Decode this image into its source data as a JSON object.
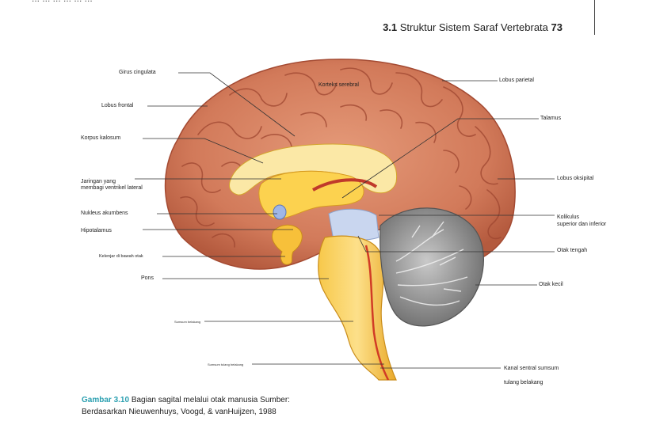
{
  "header": {
    "top_cut_text": "... ... ... ... ... ...",
    "section": "3.1",
    "title": "Struktur Sistem Saraf Vertebrata",
    "page": "73"
  },
  "labels": {
    "girus": "Girus cingulata",
    "korteks": "Korteks serebral",
    "lobus_parietal": "Lobus parietal",
    "lobus_frontal": "Lobus frontal",
    "talamus": "Talamus",
    "korpus": "Korpus kalosum",
    "jaringan_1": "Jaringan yang",
    "jaringan_2": "membagi ventrikel lateral",
    "lobus_oksipital": "Lobus oksipital",
    "nukleus": "Nukleus akumbens",
    "kolikulus_1": "Kolikulus",
    "kolikulus_2": "superior dan inferior",
    "hipotalamus": "Hipotalamus",
    "kelenjar": "Kelenjar di bawah otak",
    "otak_tengah": "Otak tengah",
    "pons": "Pons",
    "otak_kecil": "Otak kecil",
    "sumsum_belakang": "Sumsum belakang",
    "sumsum_tulang": "Sumsum tulang belakang",
    "kanal_1": "Kanal sentral sumsum",
    "kanal_2": "tulang belakang"
  },
  "caption": {
    "number": "Gambar 3.10",
    "line1": "Bagian sagital melalui otak manusia Sumber:",
    "line2": "Berdasarkan Nieuwenhuys, Voogd, & vanHuijzen, 1988"
  }
}
